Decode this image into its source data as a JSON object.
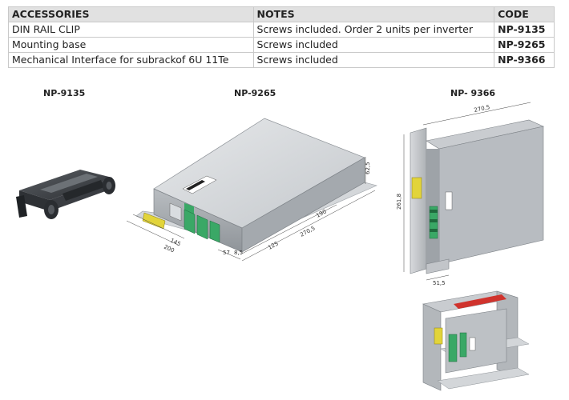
{
  "table": {
    "headers": [
      "ACCESSORIES",
      "NOTES",
      "CODE"
    ],
    "rows": [
      {
        "accessory": "DIN RAIL CLIP",
        "notes": "Screws included. Order 2 units per inverter",
        "code": "NP-9135"
      },
      {
        "accessory": "Mounting base",
        "notes": "Screws included",
        "code": "NP-9265"
      },
      {
        "accessory": "Mechanical Interface for subrackof 6U 11Te",
        "notes": "Screws included",
        "code": "NP-9366"
      }
    ]
  },
  "products": [
    {
      "caption": "NP-9135"
    },
    {
      "caption": "NP-9265",
      "dimensions": [
        "62,5",
        "190",
        "270,5",
        "145",
        "200",
        "57",
        "8,5",
        "125"
      ]
    },
    {
      "caption": "NP- 9366",
      "dimensions": [
        "270,5",
        "261,8",
        "51,5"
      ]
    }
  ],
  "colors": {
    "header_bg": "#e1e1e1",
    "border": "#c9c9c9",
    "device_grey": "#c8cbcf",
    "clip_dark": "#3c3f44",
    "terminal_green": "#3aa866",
    "label_yellow": "#e2d43a",
    "rail_red": "#d0332d"
  }
}
